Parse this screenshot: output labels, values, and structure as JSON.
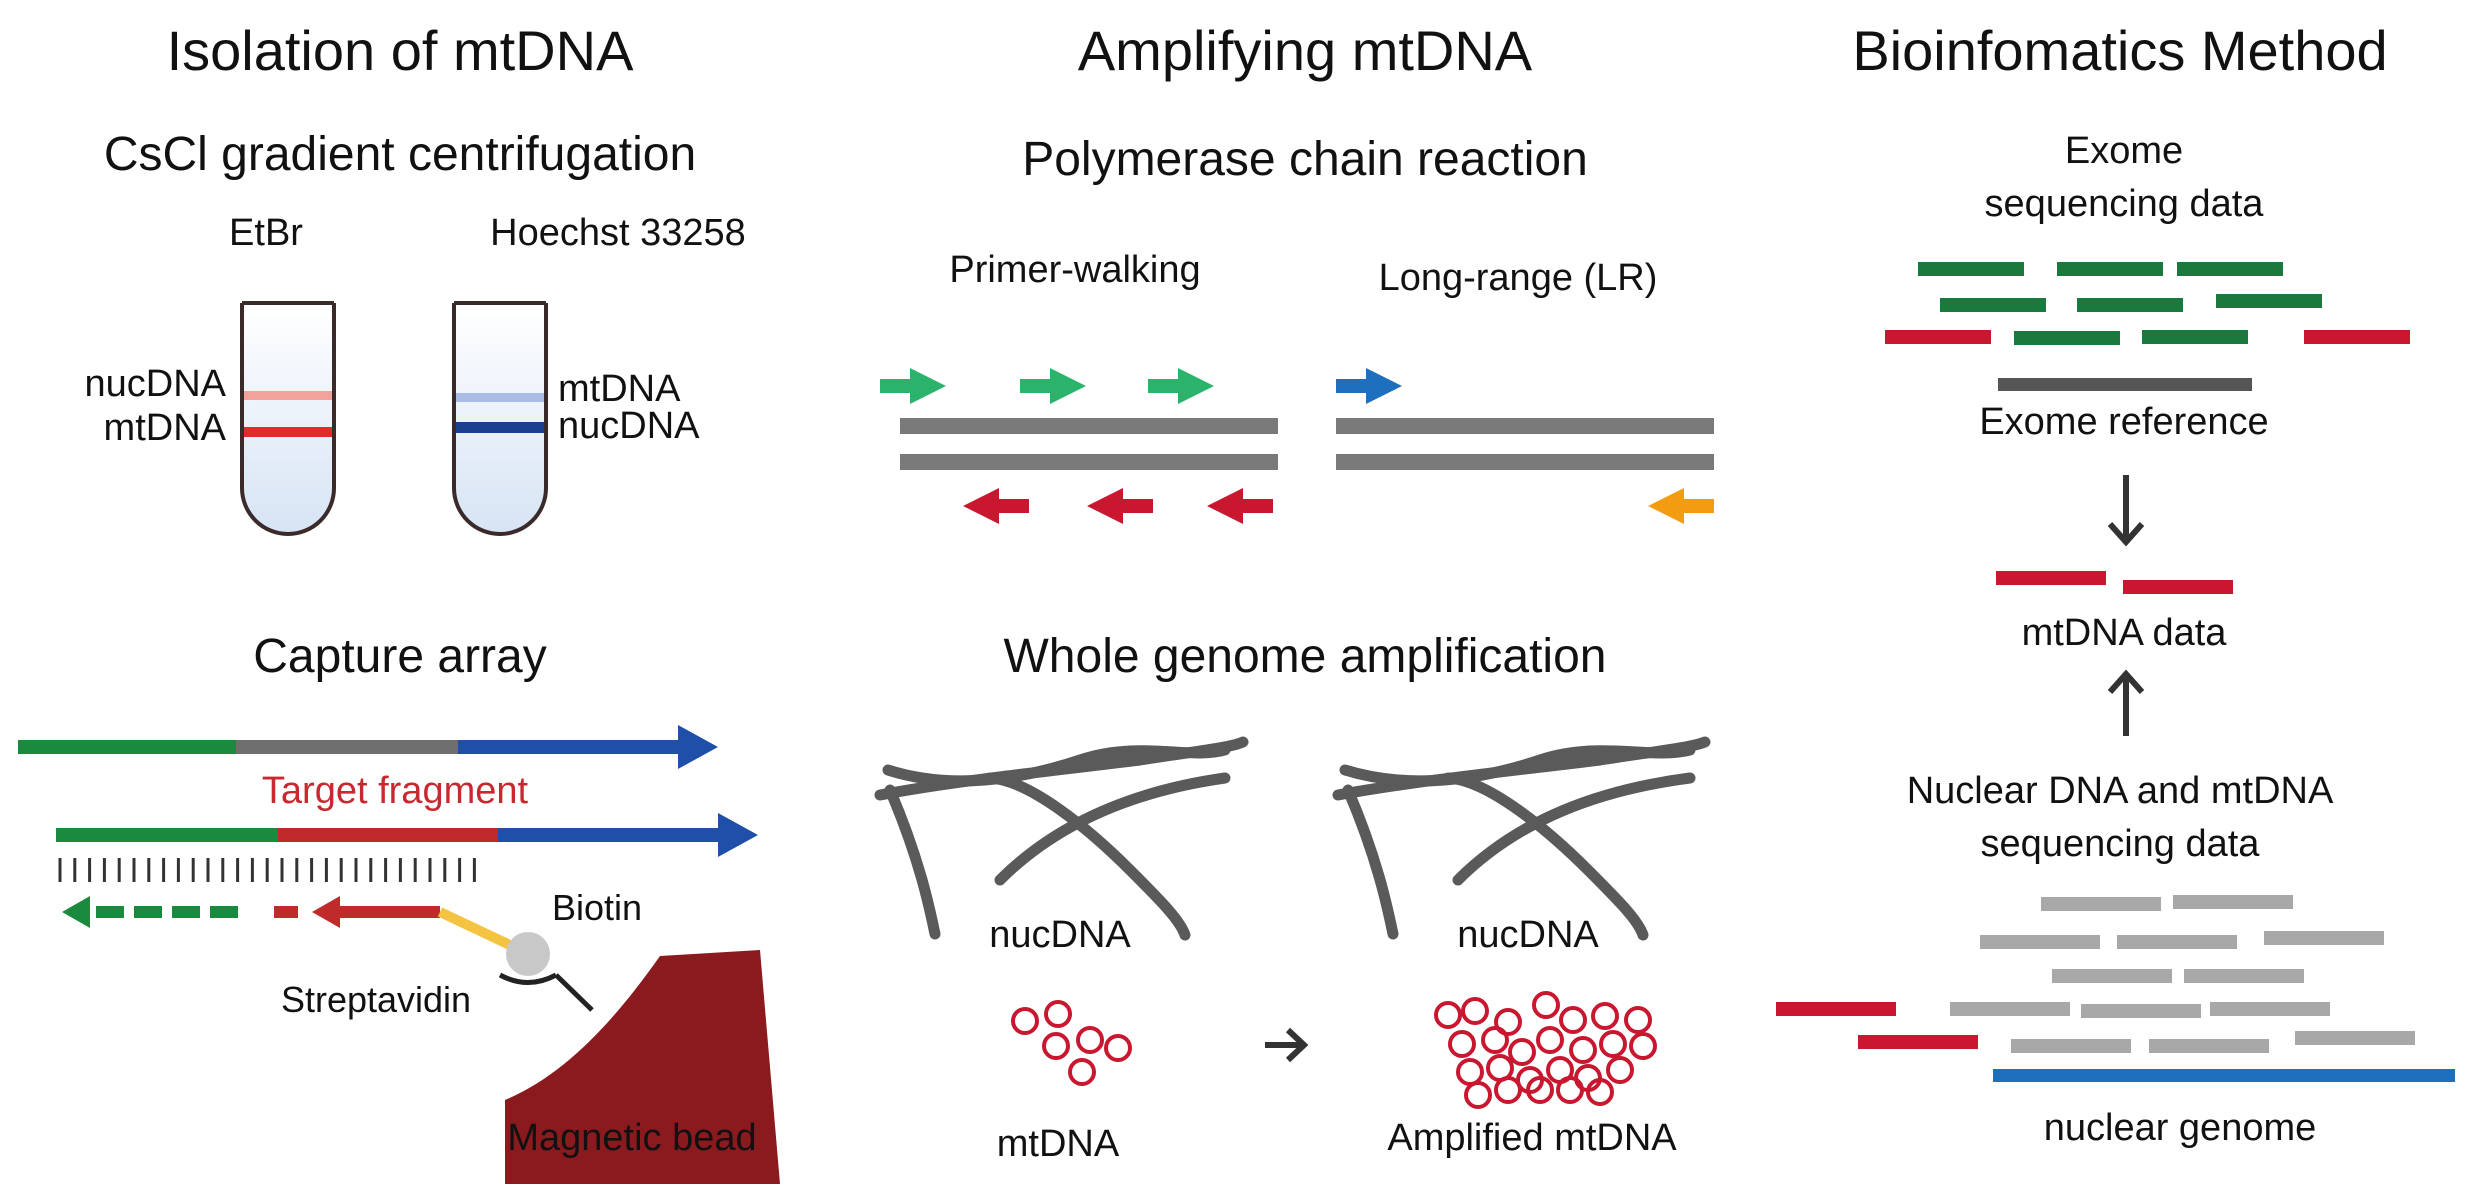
{
  "panels": {
    "isolation": {
      "title": "Isolation of mtDNA",
      "cscl": {
        "title": "CsCl gradient centrifugation",
        "tube1_label": "EtBr",
        "tube1_band_upper": "nucDNA",
        "tube1_band_lower": "mtDNA",
        "tube2_label": "Hoechst 33258",
        "tube2_band_upper": "mtDNA",
        "tube2_band_lower": "nucDNA"
      },
      "capture": {
        "title": "Capture array",
        "target_fragment": "Target fragment",
        "biotin": "Biotin",
        "streptavidin": "Streptavidin",
        "magnetic_bead": "Magnetic bead"
      }
    },
    "amplifying": {
      "title": "Amplifying mtDNA",
      "pcr": {
        "title": "Polymerase chain reaction",
        "primer_walking": "Primer-walking",
        "long_range": "Long-range (LR)"
      },
      "wga": {
        "title": "Whole genome amplification",
        "nuc_left": "nucDNA",
        "nuc_right": "nucDNA",
        "mt_left": "mtDNA",
        "mt_right": "Amplified mtDNA"
      }
    },
    "bioinformatics": {
      "title": "Bioinfomatics Method",
      "exome_line1": "Exome",
      "exome_line2": "sequencing data",
      "exome_reference": "Exome reference",
      "mtdna_data": "mtDNA data",
      "nuclear_line1": "Nuclear DNA and mtDNA",
      "nuclear_line2": "sequencing data",
      "nuclear_genome": "nuclear genome"
    }
  },
  "colors": {
    "green_dark": "#1a7a3e",
    "green_light": "#2cb36b",
    "red": "#c8172e",
    "blue": "#1f6fbf",
    "orange": "#f39c12",
    "gray": "#7a7a7a",
    "light_gray": "#a8a8a8",
    "bead": "#8b1a1f",
    "navy": "#1b3f8f",
    "yellow": "#f5c342"
  }
}
